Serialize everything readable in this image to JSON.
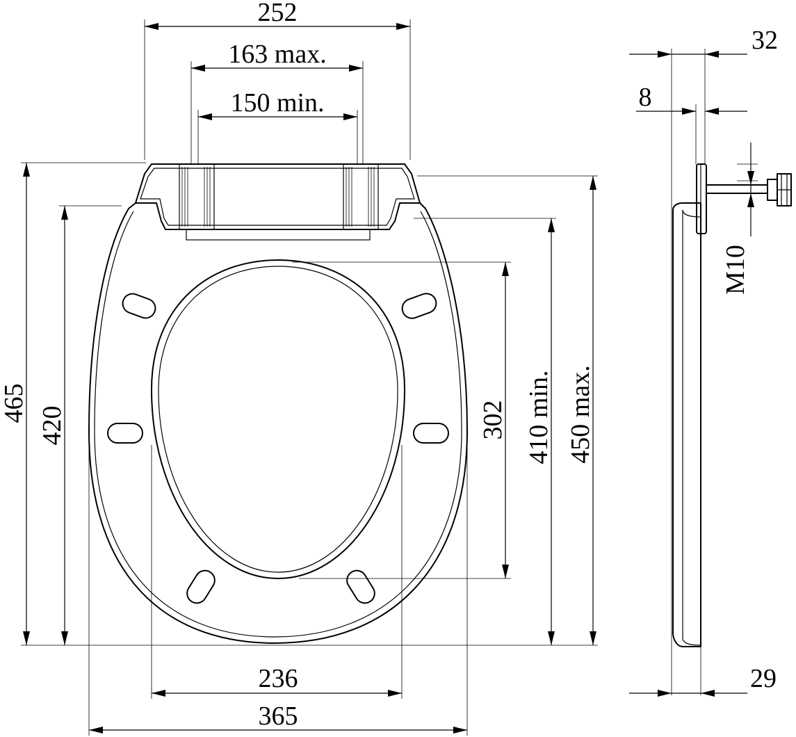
{
  "drawing": {
    "dimensions": {
      "top_width": "252",
      "hinge_max": "163 max.",
      "hinge_min": "150 min.",
      "side_total": "32",
      "side_thickness": "8",
      "bolt_thread": "M10",
      "overall_length": "465",
      "seat_length": "420",
      "opening_length": "302",
      "bolt_range_min": "410 min.",
      "bolt_range_max": "450 max.",
      "opening_width": "236",
      "overall_width": "365",
      "side_base": "29"
    }
  }
}
